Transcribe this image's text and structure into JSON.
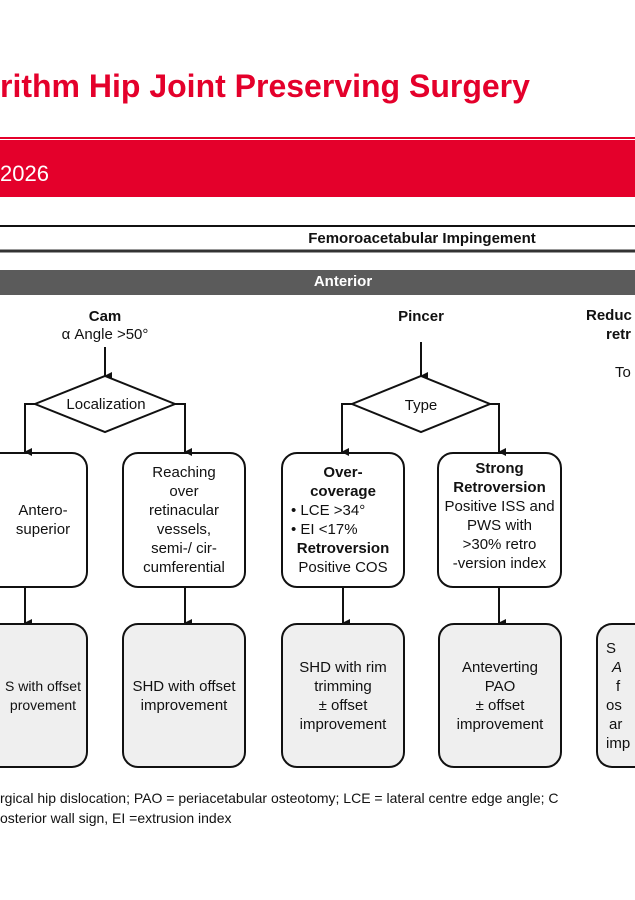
{
  "header": {
    "title": "rithm Hip Joint Preserving Surgery",
    "year": "2026",
    "accent_color": "#e4002b"
  },
  "diagram": {
    "root": "Femoroacetabular Impingement",
    "section": "Anterior",
    "cam": {
      "title": "Cam",
      "criterion": "α Angle >50°",
      "decision": "Localization"
    },
    "pincer": {
      "title": "Pincer",
      "decision": "Type"
    },
    "right_partial": {
      "line1": "Reduc",
      "line2": "retr",
      "line3": "To"
    },
    "boxes": {
      "anterosuperior": [
        "Antero-",
        "superior"
      ],
      "reaching": [
        "Reaching",
        "over",
        "retinacular",
        "vessels,",
        "semi-/ cir-",
        "cumferential"
      ],
      "overcoverage": {
        "title1": "Over-",
        "title2": "coverage",
        "bullet1": "LCE >34°",
        "bullet2": "EI <17%",
        "title3": "Retroversion",
        "text": "Positive COS"
      },
      "strong": {
        "title1": "Strong",
        "title2": "Retroversion",
        "lines": [
          "Positive ISS and",
          "PWS with",
          ">30% retro",
          "-version index"
        ]
      }
    },
    "outcomes": {
      "o1": [
        "S with offset",
        "provement"
      ],
      "o2": [
        "SHD with offset",
        "improvement"
      ],
      "o3": [
        "SHD with rim",
        "trimming",
        "± offset",
        "improvement"
      ],
      "o4": [
        "Anteverting",
        "PAO",
        "± offset",
        "improvement"
      ],
      "o5": [
        "S",
        "A",
        "f",
        "os",
        "ar",
        "imp"
      ]
    }
  },
  "footnote": {
    "line1": "rgical hip dislocation; PAO = periacetabular osteotomy; LCE = lateral centre edge angle; C",
    "line2": "osterior wall sign, EI =extrusion index"
  }
}
